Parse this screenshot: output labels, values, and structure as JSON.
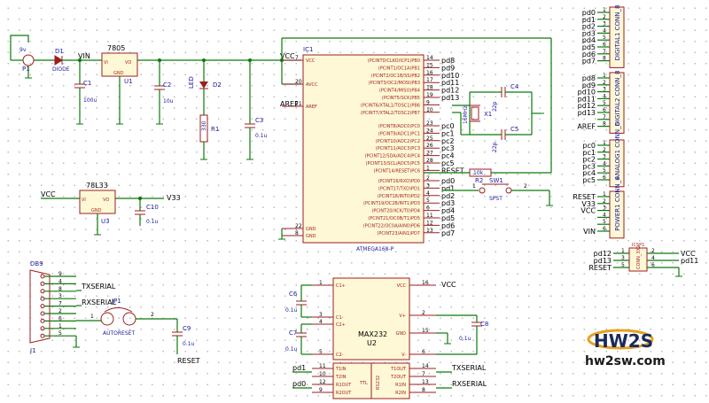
{
  "mcu": {
    "ref": "IC1",
    "part": "ATMEGA168-P",
    "left_pins": [
      {
        "num": "7",
        "name": "VCC"
      },
      {
        "num": "20",
        "name": "AVCC"
      },
      {
        "num": "21",
        "name": "AREF"
      },
      {
        "num": "22",
        "name": "GND"
      },
      {
        "num": "8",
        "name": "GND"
      }
    ],
    "right_pins": [
      {
        "num": "14",
        "name": "(PCINT0/CLKO/ICP1)PB0",
        "net": "pd8"
      },
      {
        "num": "15",
        "name": "(PCINT1/OC1A)PB1",
        "net": "pd9"
      },
      {
        "num": "16",
        "name": "(PCINT2/OC1B/SS)PB2",
        "net": "pd10"
      },
      {
        "num": "17",
        "name": "(PCINT3/OC2/MOSI)PB3",
        "net": "pd11"
      },
      {
        "num": "18",
        "name": "(PCINT4/MISO)PB4",
        "net": "pd12"
      },
      {
        "num": "19",
        "name": "(PCINT5/SCK)PB5",
        "net": "pd13"
      },
      {
        "num": "9",
        "name": "(PCINT6/XTAL1/TOSC1)PB6",
        "net": ""
      },
      {
        "num": "10",
        "name": "(PCINT7/XTAL2/TOSC2)PB7",
        "net": ""
      },
      {
        "num": "23",
        "name": "(PCINT8/ADC0)PC0",
        "net": "pc0"
      },
      {
        "num": "24",
        "name": "(PCINT9/ADC1)PC1",
        "net": "pc1"
      },
      {
        "num": "25",
        "name": "(PCINT10/ADC2)PC2",
        "net": "pc2"
      },
      {
        "num": "26",
        "name": "(PCINT11/ADC3)PC3",
        "net": "pc3"
      },
      {
        "num": "27",
        "name": "(PCINT12/SDA/ADC4)PC4",
        "net": "pc4"
      },
      {
        "num": "28",
        "name": "(PCINT13/SCL/ADC5)PC5",
        "net": "pc5"
      },
      {
        "num": "1",
        "name": "(PCINT14/RESET)PC6",
        "net": "RESET"
      },
      {
        "num": "2",
        "name": "(PCINT16/RXD)PD0",
        "net": "pd0"
      },
      {
        "num": "3",
        "name": "(PCINT17/TXD)PD1",
        "net": "pd1"
      },
      {
        "num": "4",
        "name": "(PCINT18/INT0)PD2",
        "net": "pd2"
      },
      {
        "num": "5",
        "name": "(PCINT19/OC2B/INT1)PD3",
        "net": "pd3"
      },
      {
        "num": "6",
        "name": "(PCINT20/XCK/T0)PD4",
        "net": "pd4"
      },
      {
        "num": "11",
        "name": "(PCINT21/OC0B/T1)PD5",
        "net": "pd5"
      },
      {
        "num": "12",
        "name": "(PCINT22/OC0A/AIN0)PD6",
        "net": "pd6"
      },
      {
        "num": "13",
        "name": "(PCINT23/AIN1)PD7",
        "net": "pd7"
      }
    ]
  },
  "power": {
    "jack": "P1",
    "jack_val": "9v",
    "diode": "D1",
    "diode_val": "DIODE",
    "vin": "VIN",
    "vcc": "VCC",
    "reg": "7805",
    "reg_ref": "U1",
    "reg_in": "VI",
    "reg_out": "VO",
    "reg_gnd": "GND",
    "c1": "C1",
    "c1_val": "100u",
    "c2": "C2",
    "c2_val": "10u",
    "led": "LED",
    "d2": "D2",
    "r1": "R1",
    "r1_val": "330",
    "c3": "C3",
    "c3_val": "0.1u"
  },
  "reg33": {
    "vcc": "VCC",
    "part": "78L33",
    "ref": "U3",
    "vi": "VI",
    "vo": "VO",
    "gnd": "GND",
    "v33": "V33",
    "c10": "C10",
    "c10_val": "0.1u"
  },
  "crystal": {
    "ref": "X1",
    "val": "16MHz",
    "c4": "C4",
    "c5": "C5",
    "c_val": "22p"
  },
  "reset": {
    "aref": "AREF",
    "net": "RESET",
    "r2": "R2",
    "r2_val": "10k",
    "sw": "SW1",
    "sw_val": "SPST",
    "sw_pin1": "1",
    "sw_pin2": "2"
  },
  "connectors": {
    "digital1": {
      "title": "DIGITAL1",
      "sub": "CONN_8",
      "nets": [
        "pd0",
        "pd1",
        "pd2",
        "pd3",
        "pd4",
        "pd5",
        "pd6",
        "pd7"
      ]
    },
    "digital2": {
      "title": "DIGITAL2",
      "sub": "CONN_8",
      "nets": [
        "pd8",
        "pd9",
        "pd10",
        "pd11",
        "pd12",
        "pd13",
        "",
        "AREF"
      ]
    },
    "analog1": {
      "title": "ANALOG1",
      "sub": "CONN_6",
      "nets": [
        "pc0",
        "pc1",
        "pc2",
        "pc3",
        "pc4",
        "pc5"
      ]
    },
    "power1": {
      "title": "POWER1",
      "sub": "CONN_6",
      "nets": [
        "RESET",
        "V33",
        "VCC",
        "",
        "",
        "VIN"
      ]
    },
    "icsp": {
      "title": "ICSP1",
      "sub": "CONN_3X2",
      "left": [
        "pd12",
        "pd13",
        "RESET"
      ],
      "right": [
        "VCC",
        "pd11",
        ""
      ]
    }
  },
  "db9": {
    "title": "DB9",
    "ref": "J1",
    "tx": "TXSERIAL",
    "rx": "RXSERIAL",
    "pins": [
      "9",
      "4",
      "8",
      "3",
      "7",
      "2",
      "6",
      "1",
      "5"
    ]
  },
  "jumper": {
    "ref": "JP1",
    "val": "AUTORESET",
    "c9": "C9",
    "c9_val": "0.1u",
    "reset": "RESET"
  },
  "max232": {
    "part": "MAX232",
    "ref": "U2",
    "c6": "C6",
    "c7": "C7",
    "c8": "C8",
    "c_val": "0.1u",
    "vcc": "VCC",
    "left_pins": [
      {
        "num": "1",
        "name": "C1+"
      },
      {
        "num": "3",
        "name": "C1-"
      },
      {
        "num": "4",
        "name": "C2+"
      },
      {
        "num": "5",
        "name": "C2-"
      },
      {
        "num": "11",
        "name": "T1IN"
      },
      {
        "num": "10",
        "name": "T2IN"
      },
      {
        "num": "12",
        "name": "R1OUT"
      },
      {
        "num": "9",
        "name": "R2OUT"
      }
    ],
    "right_pins": [
      {
        "num": "16",
        "name": "VCC"
      },
      {
        "num": "2",
        "name": "V+"
      },
      {
        "num": "15",
        "name": "GND"
      },
      {
        "num": "6",
        "name": "V-"
      },
      {
        "num": "14",
        "name": "T1OUT"
      },
      {
        "num": "7",
        "name": "T2OUT"
      },
      {
        "num": "13",
        "name": "R1IN"
      },
      {
        "num": "8",
        "name": "R2IN"
      }
    ],
    "ttl": "TTL",
    "rs232": "RS232",
    "pd1": "pd1",
    "pd0": "pd0",
    "txserial": "TXSERIAL",
    "rxserial": "RXSERIAL"
  },
  "logo": {
    "brand": "HW2S",
    "site": "hw2sw.com"
  }
}
